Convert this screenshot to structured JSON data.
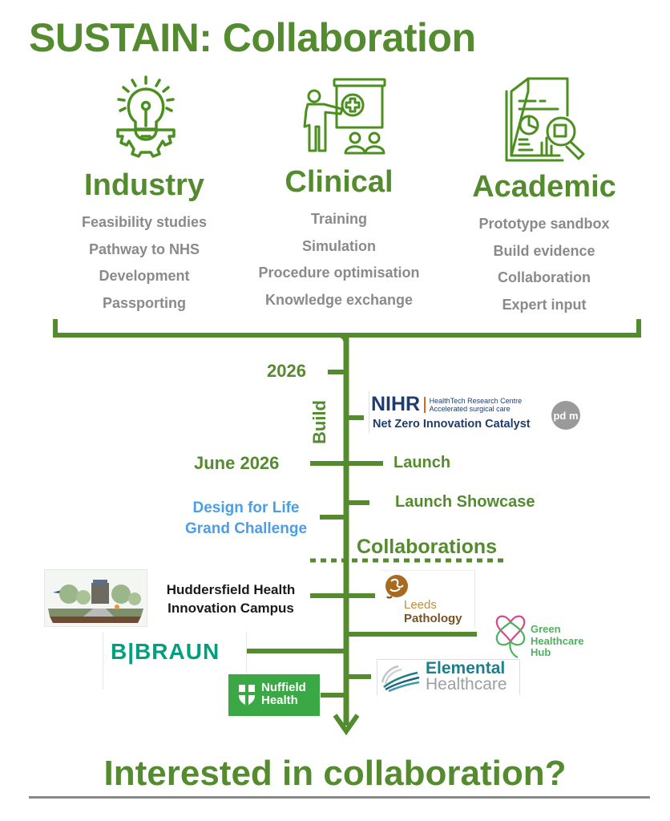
{
  "title": "SUSTAIN: Collaboration",
  "colors": {
    "primary_green": "#558b2f",
    "grey_text": "#8a8a8a",
    "accent_blue": "#4a9ee8",
    "nihr_navy": "#1f3c6e",
    "braun_green": "#00a07e",
    "nuffield_green": "#3aa845"
  },
  "columns": [
    {
      "heading": "Industry",
      "icon": "lightbulb-gear-icon",
      "items": [
        "Feasibility studies",
        "Pathway to NHS",
        "Development",
        "Passporting"
      ]
    },
    {
      "heading": "Clinical",
      "icon": "presenter-training-icon",
      "items": [
        "Training",
        "Simulation",
        "Procedure optimisation",
        "Knowledge exchange"
      ]
    },
    {
      "heading": "Academic",
      "icon": "document-magnifier-icon",
      "items": [
        "Prototype sandbox",
        "Build evidence",
        "Collaboration",
        "Expert input"
      ]
    }
  ],
  "timeline": {
    "year_label": "2026",
    "phase_label": "Build",
    "june_label": "June 2026",
    "launch_label": "Launch",
    "showcase_label": "Launch Showcase",
    "design_for_life": [
      "Design for Life",
      "Grand Challenge"
    ],
    "collaborations_label": "Collaborations"
  },
  "logos": {
    "nihr": {
      "mark": "NIHR",
      "sub1": "HealthTech Research Centre",
      "sub2": "Accelerated surgical care",
      "line2": "Net Zero Innovation Catalyst",
      "pdm": "pd m"
    },
    "huddersfield": [
      "Huddersfield Health",
      "Innovation Campus"
    ],
    "leeds": [
      "Leeds",
      "Pathology"
    ],
    "ghh": [
      "Green",
      "Healthcare",
      "Hub"
    ],
    "braun": "B|BRAUN",
    "elemental": [
      "Elemental",
      "Healthcare"
    ],
    "nuffield": [
      "Nuffield",
      "Health"
    ]
  },
  "footer": "Interested in collaboration?"
}
